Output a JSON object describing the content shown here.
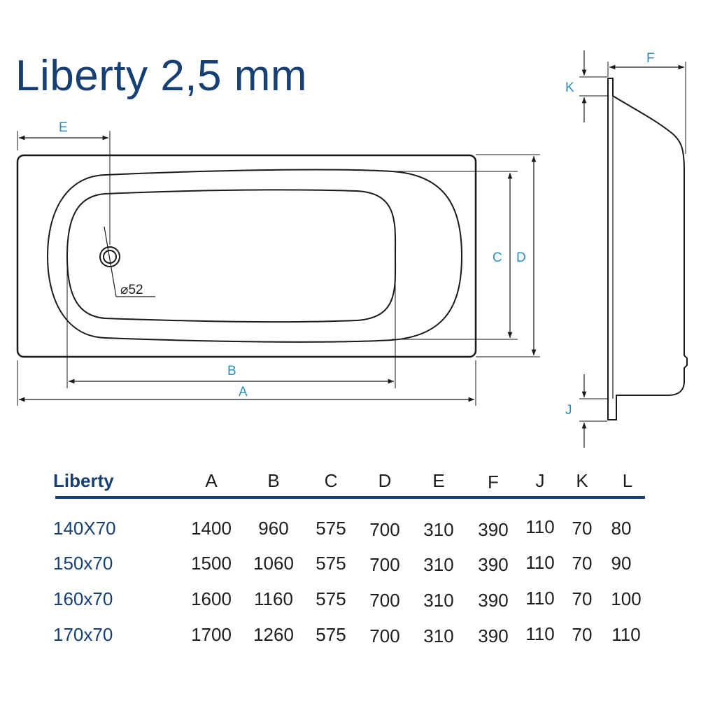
{
  "title": "Liberty 2,5 mm",
  "diagram": {
    "dimension_labels": {
      "A": "A",
      "B": "B",
      "C": "C",
      "D": "D",
      "E": "E",
      "F": "F",
      "J": "J",
      "K": "K"
    },
    "drain_label": "⌀52",
    "colors": {
      "title": "#163f73",
      "dimension": "#2a8fc2",
      "outline": "#1a1a1a"
    }
  },
  "table": {
    "header": [
      "Liberty",
      "A",
      "B",
      "C",
      "D",
      "E",
      "F",
      "J",
      "K",
      "L"
    ],
    "rows": [
      [
        "140X70",
        "1400",
        "960",
        "575",
        "700",
        "310",
        "390",
        "110",
        "70",
        "80"
      ],
      [
        "150x70",
        "1500",
        "1060",
        "575",
        "700",
        "310",
        "390",
        "110",
        "70",
        "90"
      ],
      [
        "160x70",
        "1600",
        "1160",
        "575",
        "700",
        "310",
        "390",
        "110",
        "70",
        "100"
      ],
      [
        "170x70",
        "1700",
        "1260",
        "575",
        "700",
        "310",
        "390",
        "110",
        "70",
        "110"
      ]
    ]
  }
}
